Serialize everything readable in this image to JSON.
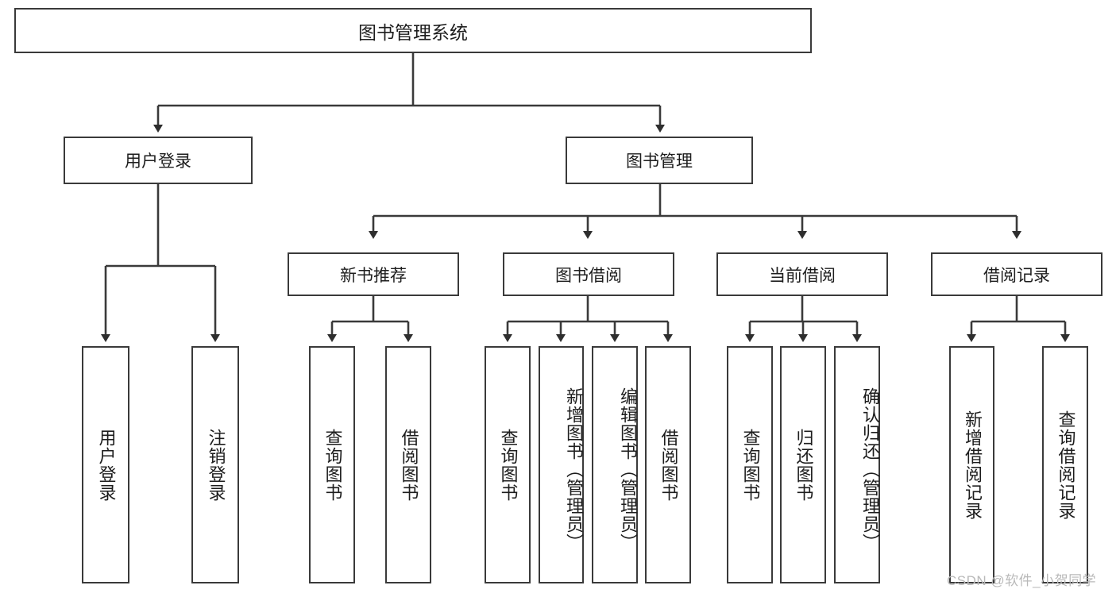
{
  "diagram": {
    "title": "图书管理系统",
    "type": "hierarchy-tree",
    "root": {
      "label": "图书管理系统"
    },
    "level1": [
      {
        "label": "用户登录"
      },
      {
        "label": "图书管理"
      }
    ],
    "level2": [
      {
        "label": "新书推荐"
      },
      {
        "label": "图书借阅"
      },
      {
        "label": "当前借阅"
      },
      {
        "label": "借阅记录"
      }
    ],
    "leaves": {
      "user_login": [
        {
          "label": "用户登录"
        },
        {
          "label": "注销登录"
        }
      ],
      "new_book_recommend": [
        {
          "label": "查询图书"
        },
        {
          "label": "借阅图书"
        }
      ],
      "book_borrow": [
        {
          "label": "查询图书"
        },
        {
          "label": "新增图书（管理员）"
        },
        {
          "label": "编辑图书（管理员）"
        },
        {
          "label": "借阅图书"
        }
      ],
      "current_borrow": [
        {
          "label": "查询图书"
        },
        {
          "label": "归还图书"
        },
        {
          "label": "确认归还（管理员）"
        }
      ],
      "borrow_record": [
        {
          "label": "新增借阅记录"
        },
        {
          "label": "查询借阅记录"
        }
      ]
    }
  },
  "watermark": {
    "text": "CSDN @软件_小贺同学"
  },
  "colors": {
    "stroke": "#3a3a3a",
    "background": "#ffffff",
    "text": "#1d1d1d",
    "watermark": "#b9b9b9"
  }
}
